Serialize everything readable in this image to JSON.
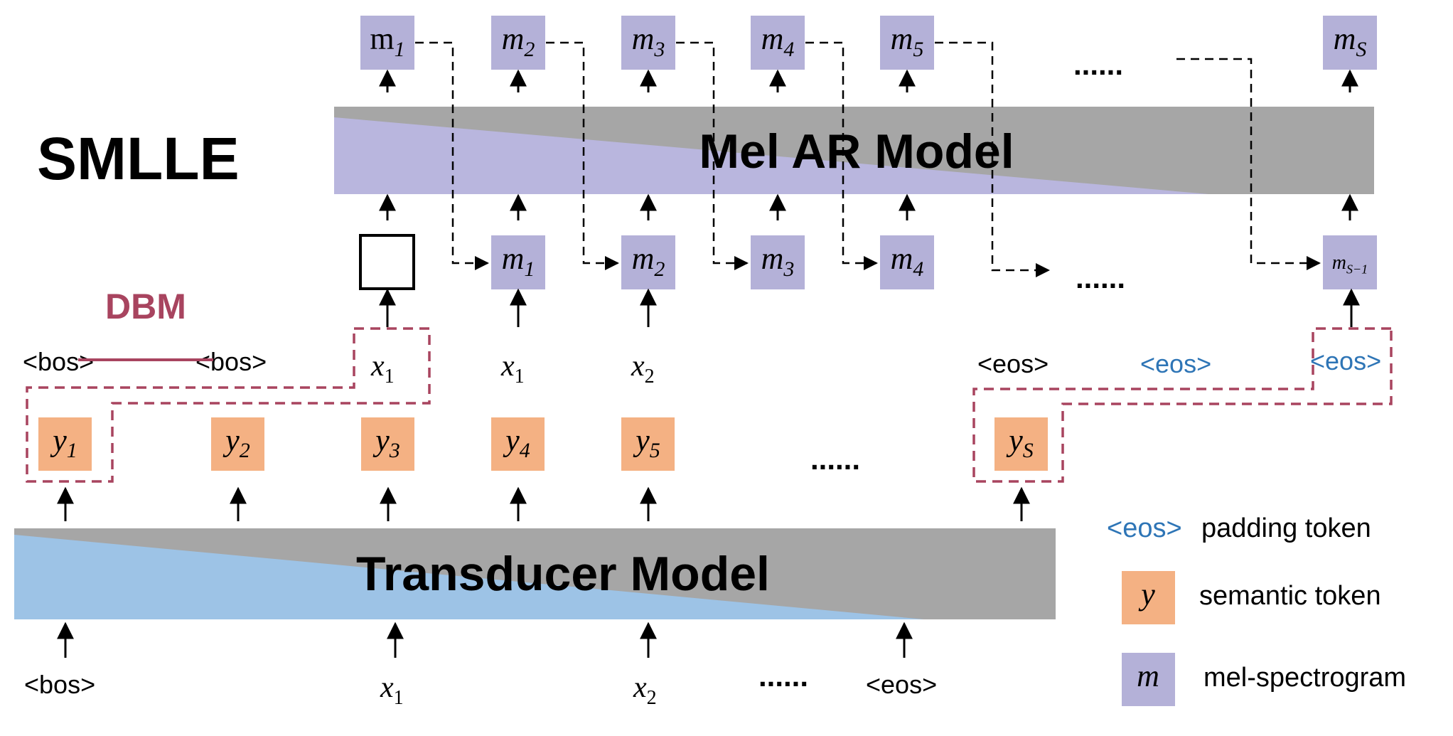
{
  "title": "SMLLE",
  "dbm_label": "DBM",
  "mel_ar_model_label": "Mel AR Model",
  "transducer_model_label": "Transducer Model",
  "ellipsis": "......",
  "top_outputs": [
    {
      "base": "m",
      "sub": "1",
      "italic": false
    },
    {
      "base": "m",
      "sub": "2",
      "italic": true
    },
    {
      "base": "m",
      "sub": "3",
      "italic": true
    },
    {
      "base": "m",
      "sub": "4",
      "italic": true
    },
    {
      "base": "m",
      "sub": "5",
      "italic": true
    },
    {
      "base": "m",
      "sub": "S",
      "italic": true
    }
  ],
  "ar_inputs": [
    {
      "base": "m",
      "sub": "1"
    },
    {
      "base": "m",
      "sub": "2"
    },
    {
      "base": "m",
      "sub": "3"
    },
    {
      "base": "m",
      "sub": "4"
    },
    {
      "base": "m",
      "sub": "S−1"
    }
  ],
  "text_row": {
    "bos": "<bos>",
    "x1": {
      "base": "x",
      "sub": "1"
    },
    "x2": {
      "base": "x",
      "sub": "2"
    },
    "eos": "<eos>",
    "eos_pad": "<eos>"
  },
  "semantic_tokens": [
    {
      "base": "y",
      "sub": "1"
    },
    {
      "base": "y",
      "sub": "2"
    },
    {
      "base": "y",
      "sub": "3"
    },
    {
      "base": "y",
      "sub": "4"
    },
    {
      "base": "y",
      "sub": "5"
    },
    {
      "base": "y",
      "sub": "S"
    }
  ],
  "transducer_inputs": {
    "bos": "<bos>",
    "x1": {
      "base": "x",
      "sub": "1"
    },
    "x2": {
      "base": "x",
      "sub": "2"
    },
    "eos": "<eos>"
  },
  "legend": {
    "padding": {
      "token": "<eos>",
      "label": "padding token"
    },
    "semantic": {
      "symbol": "y",
      "label": "semantic token"
    },
    "mel": {
      "symbol": "m",
      "label": "mel-spectrogram"
    }
  },
  "colors": {
    "mel_box": "#b4b1d8",
    "semantic_box": "#f4b183",
    "dbm": "#a8445f",
    "eos_blue": "#2e75b6",
    "gray_band": "#a6a6a6",
    "blue_band": "#9dc3e6",
    "purple_band": "#b9b6de"
  }
}
